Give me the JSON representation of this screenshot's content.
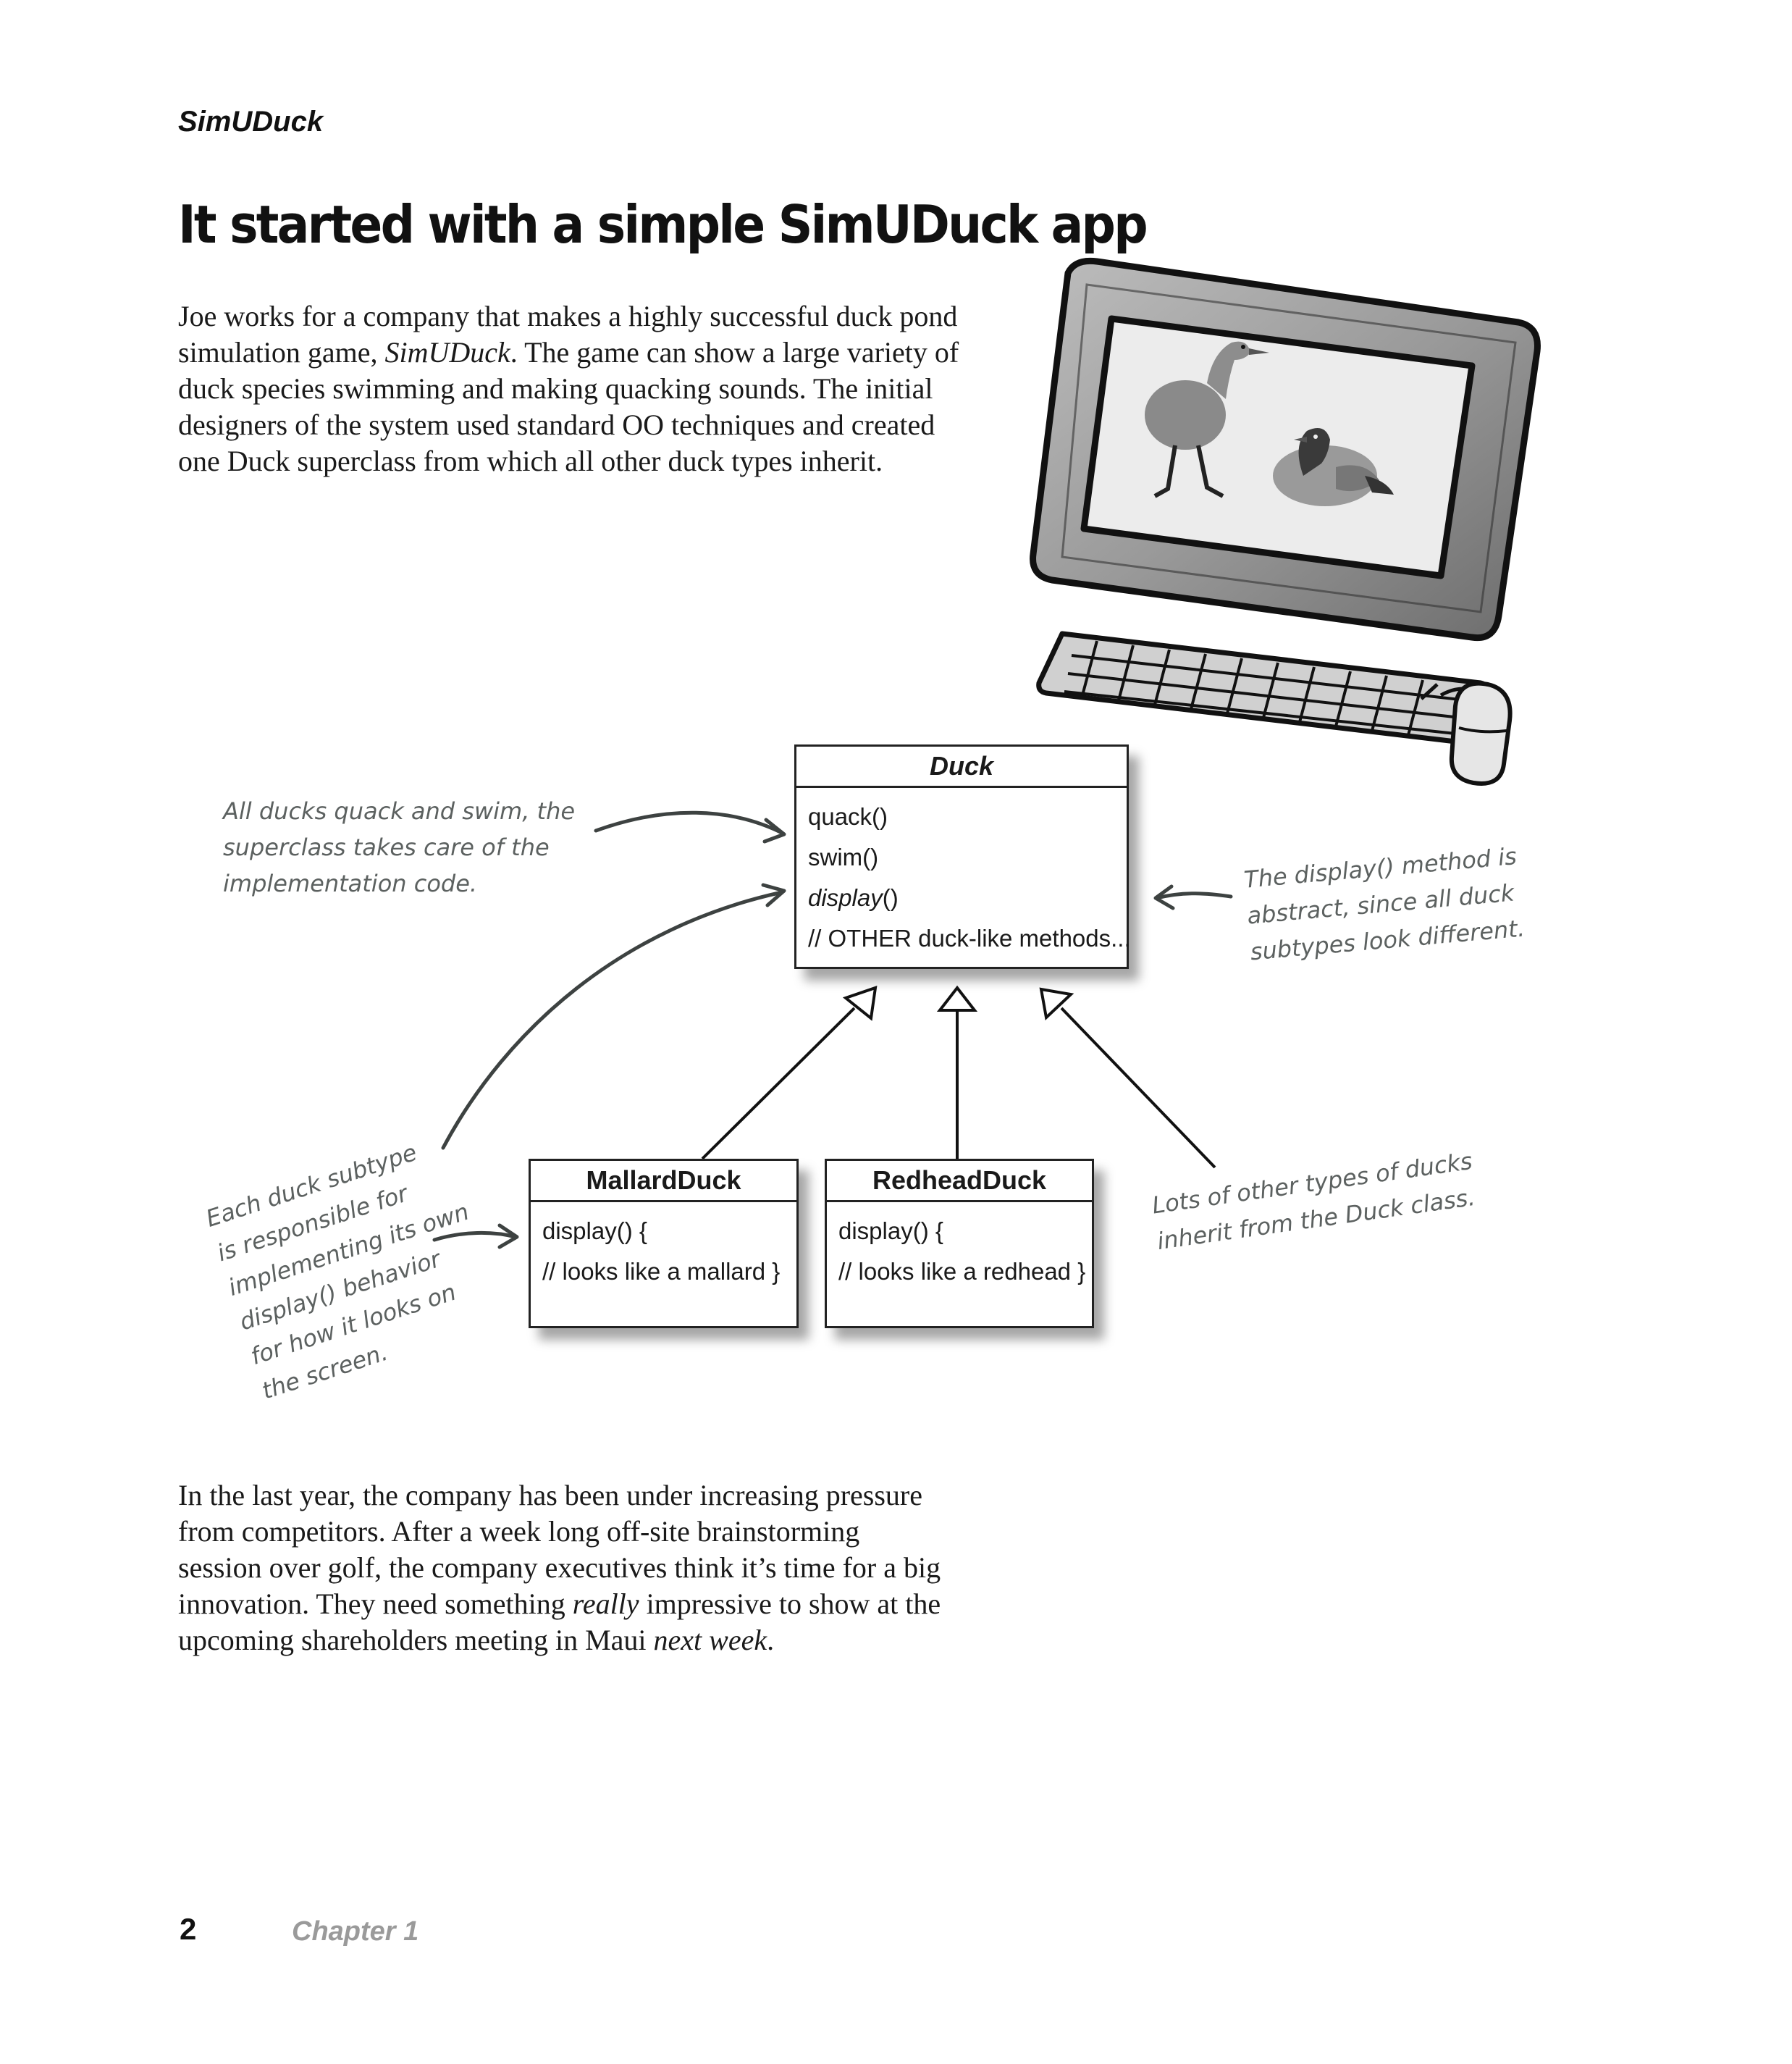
{
  "header": {
    "section_label": "SimUDuck"
  },
  "title": "It started with a simple SimUDuck app",
  "intro": {
    "lines": [
      "Joe works for a company that makes a highly successful duck pond",
      [
        "simulation game, ",
        "SimUDuck",
        ".  The game can show a large variety of"
      ],
      "duck species swimming and making quacking sounds.  The initial",
      "designers of the system used standard OO techniques and created",
      "one Duck superclass from which all other duck types inherit."
    ]
  },
  "uml": {
    "superclass": {
      "name": "Duck",
      "methods": [
        "quack()",
        "swim()",
        "display()",
        "// OTHER duck-like methods..."
      ],
      "abstract_method_name": "display",
      "abstract_method_suffix": "()"
    },
    "subclasses": [
      {
        "name": "MallardDuck",
        "methods": [
          "display() {",
          "// looks like a mallard }"
        ]
      },
      {
        "name": "RedheadDuck",
        "methods": [
          "display() {",
          "// looks like a redhead }"
        ]
      }
    ]
  },
  "annotations": {
    "quack_swim": [
      "All ducks quack and swim, the",
      "superclass takes care of the",
      "implementation code."
    ],
    "display_abstract": [
      "The display() method is",
      "abstract, since all duck",
      "subtypes look different."
    ],
    "subtype_responsible": [
      "Each duck subtype",
      "is responsible for",
      "implementing its own",
      "display() behavior",
      "for how it looks on",
      "the screen."
    ],
    "other_types": [
      "Lots of other types of ducks",
      "inherit from the Duck class."
    ]
  },
  "body": {
    "lines": [
      "In the last year, the company has been under increasing pressure",
      "from competitors.  After a week long off-site brainstorming",
      "session over golf, the company executives think it’s time for a big",
      [
        "innovation. They need something ",
        "really",
        " impressive to show at the"
      ],
      [
        "upcoming shareholders meeting in Maui ",
        "next week",
        "."
      ]
    ]
  },
  "footer": {
    "page_number": "2",
    "chapter": "Chapter 1"
  },
  "colors": {
    "text": "#1a1a1a",
    "handwriting": "#5c6160",
    "chapter_label": "#9a9a9a",
    "uml_border": "#222222"
  }
}
